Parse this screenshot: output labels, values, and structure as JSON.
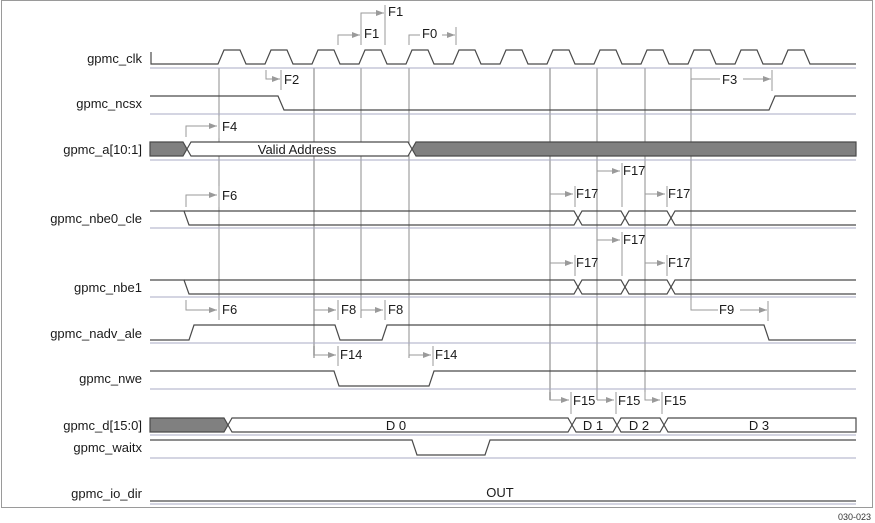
{
  "figure": {
    "id_label": "030-023",
    "signals": [
      {
        "name": "gpmc_clk"
      },
      {
        "name": "gpmc_ncsx"
      },
      {
        "name": "gpmc_a[10:1]",
        "bus_text": "Valid Address"
      },
      {
        "name": "gpmc_nbe0_cle"
      },
      {
        "name": "gpmc_nbe1"
      },
      {
        "name": "gpmc_nadv_ale"
      },
      {
        "name": "gpmc_nwe"
      },
      {
        "name": "gpmc_d[15:0]",
        "bus_values": [
          "D 0",
          "D 1",
          "D 2",
          "D 3"
        ]
      },
      {
        "name": "gpmc_waitx"
      },
      {
        "name": "gpmc_io_dir",
        "bus_text": "OUT"
      }
    ],
    "annotations": {
      "f0": "F0",
      "f1_top": "F1",
      "f1": "F1",
      "f2": "F2",
      "f3": "F3",
      "f4": "F4",
      "f6_a": "F6",
      "f6_b": "F6",
      "f8_a": "F8",
      "f8_b": "F8",
      "f9": "F9",
      "f14_a": "F14",
      "f14_b": "F14",
      "f15_a": "F15",
      "f15_b": "F15",
      "f15_c": "F15",
      "f17_nbe0_a": "F17",
      "f17_nbe0_b": "F17",
      "f17_nbe0_c": "F17",
      "f17_nbe1_a": "F17",
      "f17_nbe1_b": "F17",
      "f17_nbe1_c": "F17"
    }
  }
}
